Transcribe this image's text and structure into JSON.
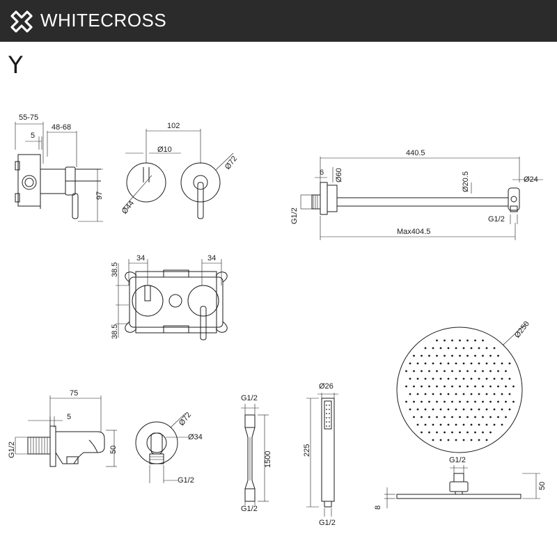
{
  "header": {
    "brand": "WHITECROSS",
    "background": "#2b2b2b",
    "logo_icon": "cross-x-icon"
  },
  "model": "Y",
  "dimensions": {
    "valve_depth": "55-75",
    "valve_5": "5",
    "valve_extension": "48-68",
    "valve_height": "97",
    "plate_spacing": "102",
    "handle_dia": "Ø10",
    "plate_dia_72": "Ø72",
    "plate_dia_44": "Ø44",
    "arm_length": "440.5",
    "arm_6": "6",
    "arm_flange": "Ø60",
    "arm_tube": "Ø20.5",
    "arm_end": "Ø24",
    "arm_thread_left": "G1/2",
    "arm_thread_right": "G1/2",
    "arm_max": "Max404.5",
    "box_left_34": "34",
    "box_right_34": "34",
    "box_top_385": "38.5",
    "box_bottom_385": "38.5",
    "elbow_75": "75",
    "elbow_5": "5",
    "elbow_thread": "G1/2",
    "elbow_50": "50",
    "elbow_front_72": "Ø72",
    "elbow_front_34": "Ø34",
    "elbow_front_thread": "G1/2",
    "hose_top": "G1/2",
    "hose_length": "1500",
    "hose_bottom": "G1/2",
    "handset_dia": "Ø26",
    "handset_length": "225",
    "handset_thread": "G1/2",
    "head_dia": "Ø250",
    "head_thread": "G1/2",
    "head_height": "50",
    "head_thickness": "8"
  }
}
